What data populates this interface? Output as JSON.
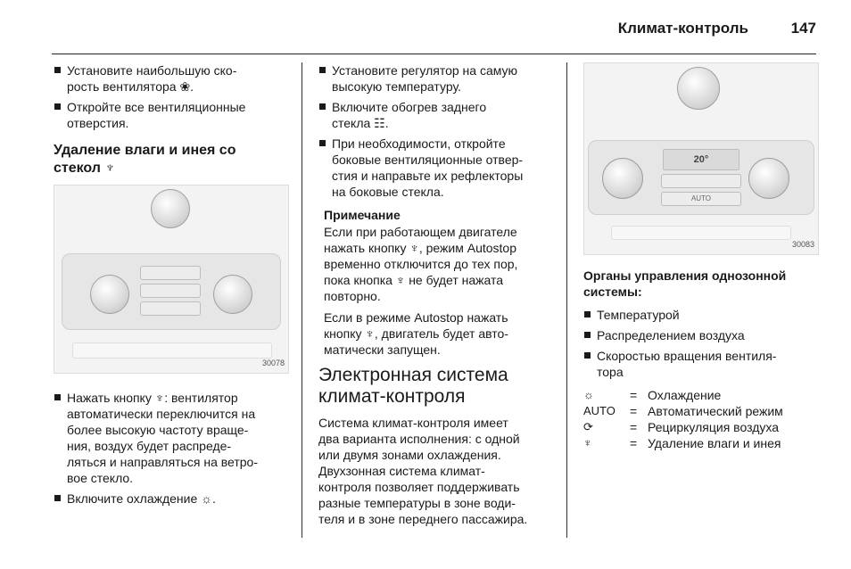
{
  "header": {
    "title": "Климат-контроль",
    "page_number": "147"
  },
  "col1": {
    "bullets_top": [
      "Установите наибольшую ско-\nрость вентилятора ❀.",
      "Откройте все вентиляционные\nотверстия."
    ],
    "heading": "Удаление влаги и инея со\nстекол ♆",
    "figure_number": "30078",
    "bullets_bottom": [
      "Нажать кнопку ♆: вентилятор\nавтоматически переключится на\nболее высокую частоту враще-\nния, воздух будет распреде-\nляться и направляться на ветро-\nвое стекло.",
      "Включите охлаждение ☼."
    ]
  },
  "col2": {
    "bullets": [
      "Установите регулятор на самую\nвысокую температуру.",
      "Включите обогрев заднего\nстекла ☷.",
      "При необходимости, откройте\nбоковые вентиляционные отвер-\nстия и направьте их рефлекторы\nна боковые стекла."
    ],
    "note_title": "Примечание",
    "note_p1": "Если при работающем двигателе\nнажать кнопку ♆, режим Autostop\nвременно отключится до тех пор,\nпока кнопка ♆ не будет нажата\nповторно.",
    "note_p2": "Если в режиме Autostop нажать\nкнопку ♆, двигатель будет авто-\nматически запущен.",
    "heading": "Электронная система\nклимат-контроля",
    "body": "Система климат-контроля имеет\nдва варианта исполнения: с одной\nили двумя зонами охлаждения.\nДвухзонная система климат-\nконтроля позволяет поддерживать\nразные температуры в зоне води-\nтеля и в зоне переднего пассажира."
  },
  "col3": {
    "figure_number": "30083",
    "display_text": "20°",
    "auto_label": "AUTO",
    "caption": "Органы управления однозонной\nсистемы:",
    "bullets": [
      "Температурой",
      "Распределением воздуха",
      "Скоростью вращения вентиля-\nтора"
    ],
    "legend": [
      {
        "symbol": "☼",
        "eq": "=",
        "text": "Охлаждение"
      },
      {
        "symbol": "AUTO",
        "eq": "=",
        "text": "Автоматический режим"
      },
      {
        "symbol": "⟳",
        "eq": "=",
        "text": "Рециркуляция воздуха"
      },
      {
        "symbol": "♆",
        "eq": "=",
        "text": "Удаление влаги и инея"
      }
    ]
  }
}
